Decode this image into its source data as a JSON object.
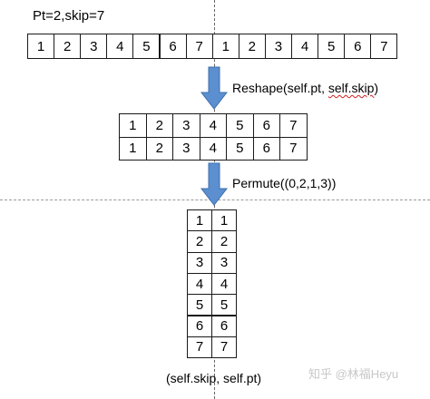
{
  "header": {
    "params_text": "Pt=2,skip=7"
  },
  "sequence": {
    "values": [
      "1",
      "2",
      "3",
      "4",
      "5",
      "6",
      "7",
      "1",
      "2",
      "3",
      "4",
      "5",
      "6",
      "7"
    ]
  },
  "step1": {
    "label_pre": "Reshape(",
    "label_arg1": "self.pt",
    "label_sep": ", ",
    "label_arg2": "self.skip",
    "label_post": ")"
  },
  "matrix1": {
    "rows": [
      [
        "1",
        "2",
        "3",
        "4",
        "5",
        "6",
        "7"
      ],
      [
        "1",
        "2",
        "3",
        "4",
        "5",
        "6",
        "7"
      ]
    ]
  },
  "step2": {
    "label": "Permute((0,2,1,3))"
  },
  "matrix2": {
    "rows": [
      [
        "1",
        "1"
      ],
      [
        "2",
        "2"
      ],
      [
        "3",
        "3"
      ],
      [
        "4",
        "4"
      ],
      [
        "5",
        "5"
      ],
      [
        "6",
        "6"
      ],
      [
        "7",
        "7"
      ]
    ]
  },
  "footer": {
    "label_pre": "(",
    "label_arg1": "self.skip",
    "label_sep": ", ",
    "label_arg2": "self.pt",
    "label_post": ")"
  },
  "watermark": {
    "text": "知乎 @林福Heyu"
  },
  "colors": {
    "arrow_fill": "#5b8fd0",
    "arrow_stroke": "#3c6fae",
    "squiggle": "#d02020",
    "cell_border": "#1a1a1a"
  }
}
